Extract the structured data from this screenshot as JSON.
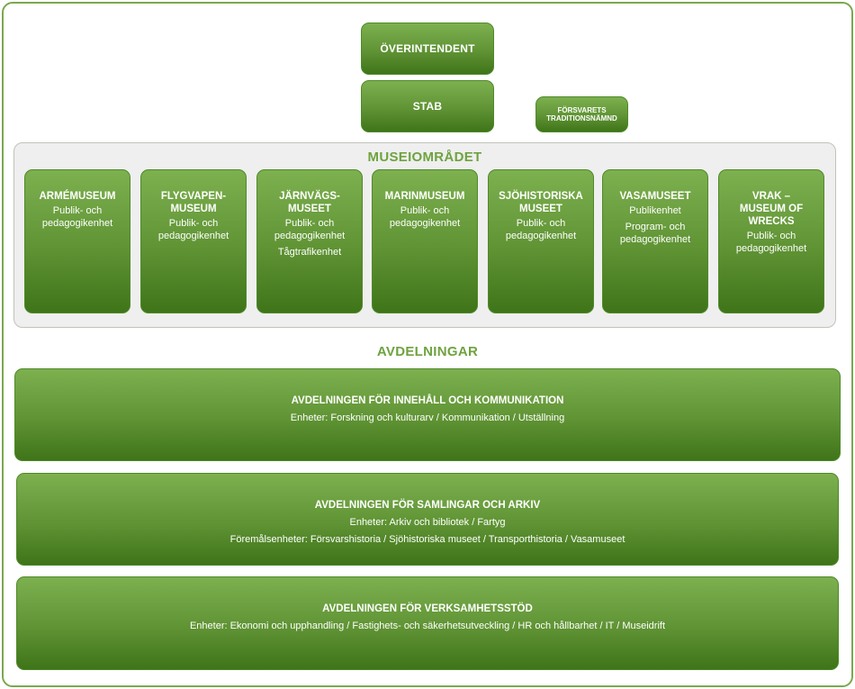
{
  "top": {
    "overintendent": "ÖVERINTENDENT",
    "stab": "STAB",
    "traditionsnamnd": "FÖRSVARETS\nTRADITIONSNÄMND"
  },
  "museum_area": {
    "title": "MUSEIOMRÅDET",
    "museums": [
      {
        "name": "ARMÉMUSEUM",
        "sub": "Publik- och\npedagogikenhet",
        "sub2": ""
      },
      {
        "name": "FLYGVAPEN-\nMUSEUM",
        "sub": "Publik- och\npedagogikenhet",
        "sub2": ""
      },
      {
        "name": "JÄRNVÄGS-\nMUSEET",
        "sub": "Publik- och\npedagogikenhet",
        "sub2": "Tågtrafikenhet"
      },
      {
        "name": "MARINMUSEUM",
        "sub": "Publik- och\npedagogikenhet",
        "sub2": ""
      },
      {
        "name": "SJÖHISTORISKA\nMUSEET",
        "sub": "Publik- och\npedagogikenhet",
        "sub2": ""
      },
      {
        "name": "VASAMUSEET",
        "sub": "Publikenhet",
        "sub2": "Program- och\npedagogikenhet"
      },
      {
        "name": "VRAK –\nMUSEUM OF\nWRECKS",
        "sub": "Publik- och\npedagogikenhet",
        "sub2": ""
      }
    ]
  },
  "departments": {
    "title": "AVDELNINGAR",
    "items": [
      {
        "title": "AVDELNINGEN FÖR INNEHÅLL OCH KOMMUNIKATION",
        "line1": "Enheter: Forskning och kulturarv / Kommunikation / Utställning",
        "line2": ""
      },
      {
        "title": "AVDELNINGEN FÖR SAMLINGAR OCH ARKIV",
        "line1": "Enheter: Arkiv och bibliotek / Fartyg",
        "line2": "Föremålsenheter: Försvarshistoria / Sjöhistoriska museet / Transporthistoria  / Vasamuseet"
      },
      {
        "title": "AVDELNINGEN FÖR VERKSAMHETSSTÖD",
        "line1": "Enheter: Ekonomi och upphandling / Fastighets- och säkerhetsutveckling / HR och hållbarhet / IT / Museidrift",
        "line2": ""
      }
    ]
  },
  "colors": {
    "accent_green": "#6ea33f",
    "box_green_top": "#7db04f",
    "box_green_bottom": "#3f7419"
  }
}
